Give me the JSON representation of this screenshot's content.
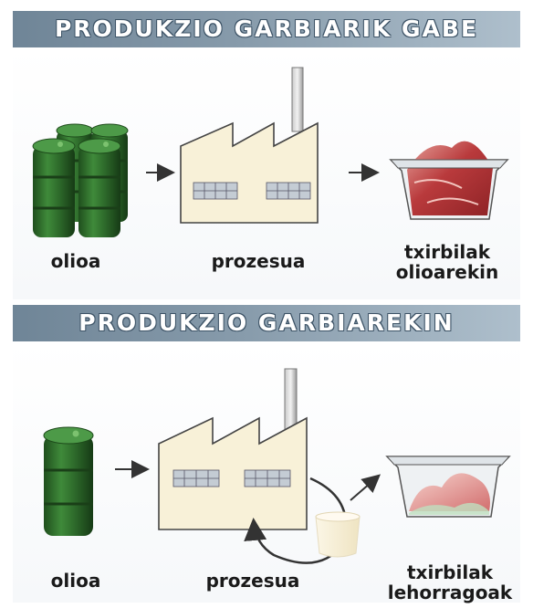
{
  "top_section": {
    "title": "PRODUKZIO GARBIARIK GABE",
    "labels": {
      "input": "olioa",
      "process": "prozesua",
      "output_line1": "txirbilak",
      "output_line2": "olioarekin"
    }
  },
  "bottom_section": {
    "title": "PRODUKZIO GARBIAREKIN",
    "labels": {
      "input": "olioa",
      "process": "prozesua",
      "output_line1": "txirbilak",
      "output_line2": "lehorragoak"
    }
  },
  "icons": [
    "oil-barrel-icon",
    "factory-icon",
    "chip-tray-icon",
    "recycle-arrow-icon",
    "collection-cup-icon"
  ],
  "colors": {
    "banner": "#7d93a5",
    "barrel": "#2f6d2c",
    "factory": "#f8f1d8",
    "chips_oily": "#b93a3c",
    "chips_dry": "#d97c7c"
  }
}
